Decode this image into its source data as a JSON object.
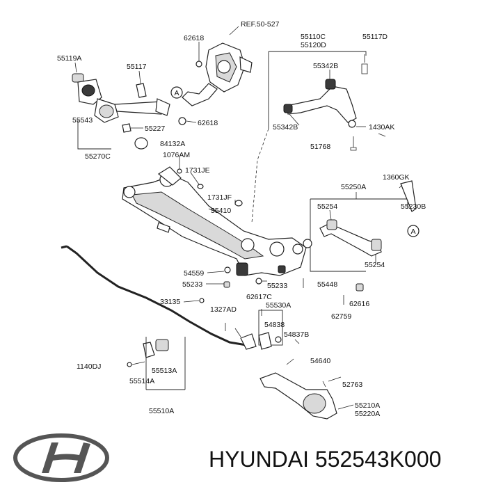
{
  "labels": {
    "ref": "REF.50-527",
    "p62618a": "62618",
    "p55110c": "55110C",
    "p55120d": "55120D",
    "p55117d": "55117D",
    "p55119a": "55119A",
    "p55117": "55117",
    "p55342b_top": "55342B",
    "p55342b_bot": "55342B",
    "p55543": "55543",
    "p55227": "55227",
    "p62618b": "62618",
    "p1430ak": "1430AK",
    "p51768": "51768",
    "p55270c": "55270C",
    "p84132a": "84132A",
    "p1076am": "1076AM",
    "p1731je": "1731JE",
    "p1360gk": "1360GK",
    "p55250a": "55250A",
    "p1731jf": "1731JF",
    "p55254a": "55254",
    "p55230b": "55230B",
    "p55410": "55410",
    "p54559": "54559",
    "p55233a": "55233",
    "p55233b": "55233",
    "p55254b": "55254",
    "p55448": "55448",
    "p33135": "33135",
    "p62617c": "62617C",
    "p62616": "62616",
    "p55530a": "55530A",
    "p1327ad": "1327AD",
    "p62759": "62759",
    "p54838": "54838",
    "p54837b": "54837B",
    "p54640": "54640",
    "p1140dj": "1140DJ",
    "p55513a": "55513A",
    "p55514a": "55514A",
    "p52763": "52763",
    "p55210a": "55210A",
    "p55220a": "55220A",
    "p55510a": "55510A",
    "callout_a1": "A",
    "callout_a2": "A"
  },
  "footer": {
    "text": "HYUNDAI 552543K000"
  }
}
